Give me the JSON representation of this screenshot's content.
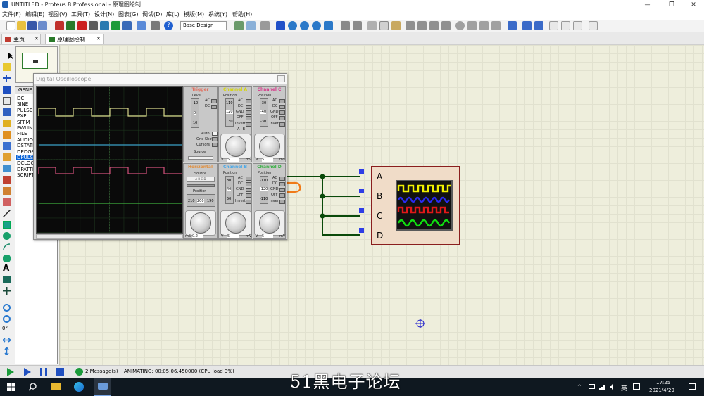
{
  "window": {
    "title": "UNTITLED - Proteus 8 Professional - 原理图绘制"
  },
  "menu": [
    "文件(F)",
    "编辑(E)",
    "视图(V)",
    "工具(T)",
    "设计(N)",
    "图表(G)",
    "调试(D)",
    "库(L)",
    "模版(M)",
    "系统(Y)",
    "帮助(H)"
  ],
  "toolbar": {
    "design_select": "Base Design"
  },
  "tabs": [
    {
      "label": "主页"
    },
    {
      "label": "原理图绘制"
    }
  ],
  "device_list": {
    "header": "GENE",
    "items": [
      "DC",
      "SINE",
      "PULSE",
      "EXP",
      "SFFM",
      "PWLIN",
      "FILE",
      "AUDIO",
      "DSTATE",
      "DEDGE",
      "DPULSE",
      "DCLOCK",
      "DPATTE",
      "SCRIPT"
    ],
    "selected": "DPULSE"
  },
  "left_status": {
    "rotation": "0°"
  },
  "oscilloscope": {
    "title": "Digital Oscilloscope",
    "trigger": {
      "title": "Trigger",
      "level": "Level",
      "level_scale": [
        "-10",
        "0",
        "10"
      ],
      "modes": [
        "AC",
        "DC",
        "Auto",
        "One-Shot",
        "Cursors"
      ],
      "source": "Source"
    },
    "horizontal": {
      "title": "Horizontal",
      "source": "Source",
      "position": "Position",
      "position_values": [
        "210",
        "200",
        "190"
      ],
      "unit": "mS",
      "value": "0.2"
    },
    "channels": [
      {
        "name": "Channel A",
        "color": "#d6d60a",
        "position": "Position",
        "values": [
          "110",
          "120",
          "130"
        ],
        "coupling": [
          "AC",
          "DC",
          "GND",
          "OFF",
          "Invert",
          "A+B"
        ],
        "unit": "mV",
        "value": "5"
      },
      {
        "name": "Channel C",
        "color": "#d63c8c",
        "position": "Position",
        "values": [
          "-30",
          "-40",
          "-30"
        ],
        "coupling": [
          "AC",
          "DC",
          "GND",
          "OFF",
          "Invert"
        ],
        "unit": "mV",
        "value": "5"
      },
      {
        "name": "Channel B",
        "color": "#4aa8e8",
        "position": "Position",
        "values": [
          "30",
          "40",
          "50"
        ],
        "coupling": [
          "AC",
          "DC",
          "GND",
          "OFF",
          "Invert"
        ],
        "unit": "mV",
        "value": "5"
      },
      {
        "name": "Channel D",
        "color": "#3cb048",
        "position": "Position",
        "values": [
          "-110",
          "-120",
          "-110"
        ],
        "coupling": [
          "AC",
          "DC",
          "GND",
          "OFF",
          "Invert"
        ],
        "unit": "mV",
        "value": "5"
      }
    ],
    "trace_colors": [
      "#d6d68a",
      "#3aa0c8",
      "#d0507a",
      "#3fae3f"
    ]
  },
  "schematic": {
    "pins": [
      "A",
      "B",
      "C",
      "D"
    ],
    "mini_trace_colors": [
      "#f0f000",
      "#2a2af0",
      "#e01818",
      "#10e010"
    ]
  },
  "status": {
    "messages": "2 Message(s)",
    "animation": "ANIMATING: 00:05:06.450000 (CPU load 3%)"
  },
  "taskbar": {
    "time": "17:25",
    "date": "2021/4/29",
    "ime": "英",
    "watermark": "51黑电子论坛"
  }
}
